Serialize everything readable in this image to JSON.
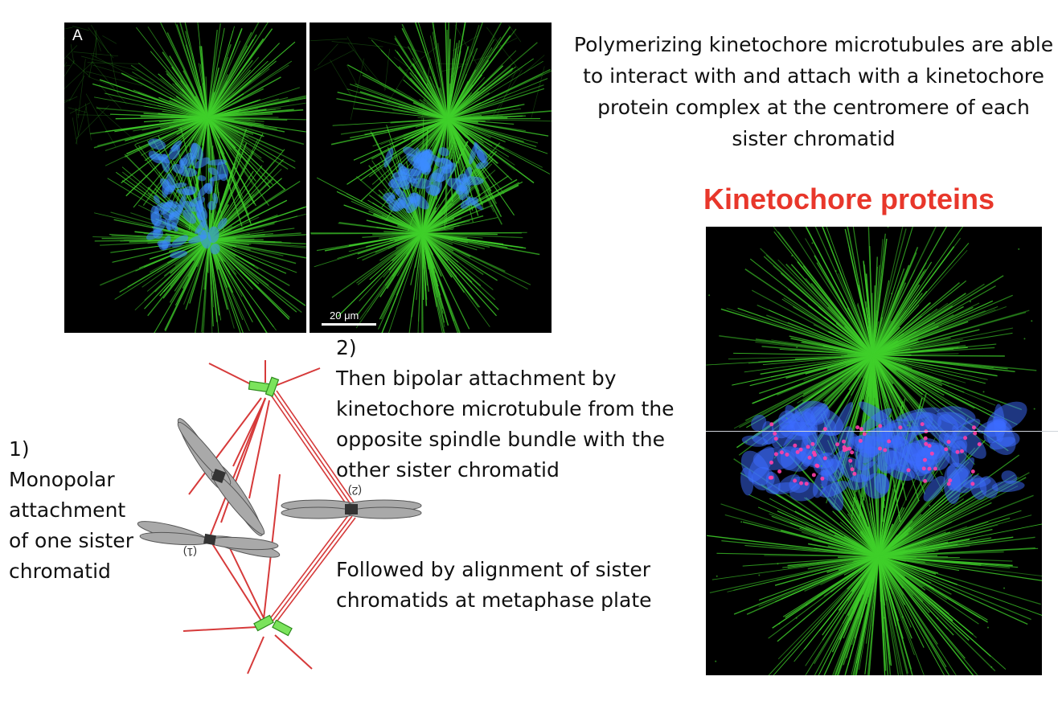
{
  "intro_text": "Polymerizing kinetochore microtubules are able to interact with and attach with a kinetochore protein complex at the centromere of each sister chromatid",
  "heading": "Kinetochore proteins",
  "panel_letter": "A",
  "scale_bar": "20 μm",
  "step1": {
    "number": "1)",
    "lines": [
      "Monopolar",
      "attachment",
      "of one sister",
      "chromatid"
    ]
  },
  "step2": {
    "number": "2)",
    "lines": [
      "Then bipolar attachment by",
      "kinetochore microtubule from the",
      "opposite spindle bundle with the",
      "other sister chromatid"
    ]
  },
  "step3": {
    "lines": [
      "Followed by alignment of sister",
      "chromatids at metaphase plate"
    ]
  },
  "diagram_labels": {
    "label1": "(1)",
    "label2": "(2)"
  },
  "colors": {
    "heading_red": "#e8372b",
    "microtubule_green": "#3fcf2a",
    "chromosome_blue": "#3c8cff",
    "kinetochore_red": "#d63a3a",
    "chromatid_gray": "#a9a9a9"
  }
}
